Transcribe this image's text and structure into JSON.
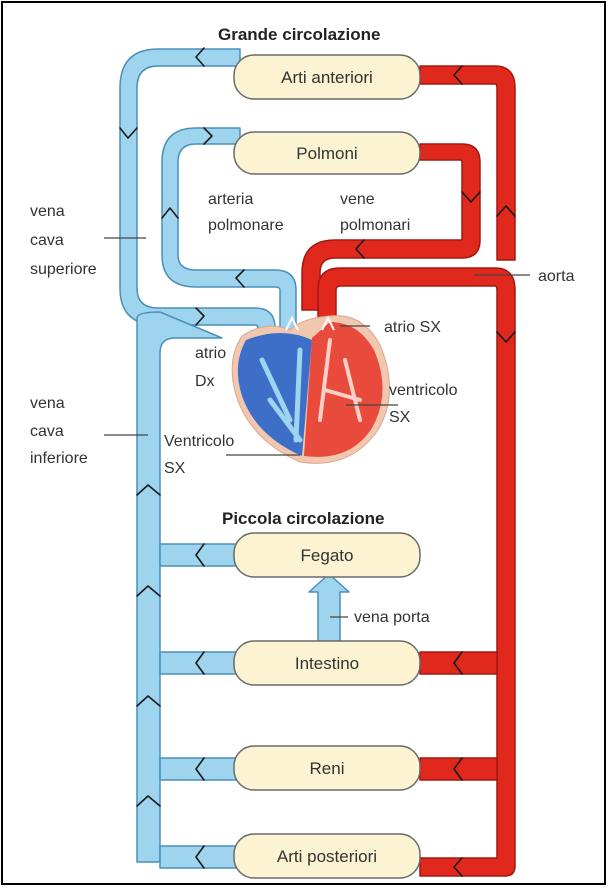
{
  "titles": {
    "top": "Grande circolazione",
    "middle": "Piccola circolazione"
  },
  "organs": {
    "arti_anteriori": "Arti anteriori",
    "polmoni": "Polmoni",
    "fegato": "Fegato",
    "intestino": "Intestino",
    "reni": "Reni",
    "arti_posteriori": "Arti posteriori"
  },
  "labels": {
    "vena_cava_superiore": [
      "vena",
      "cava",
      "superiore"
    ],
    "vena_cava_inferiore": [
      "vena",
      "cava",
      "inferiore"
    ],
    "arteria_polmonare": [
      "arteria",
      "polmonare"
    ],
    "vene_polmonari": [
      "vene",
      "polmonari"
    ],
    "aorta": "aorta",
    "atrio_sx": "atrio SX",
    "atrio_dx": [
      "atrio",
      "Dx"
    ],
    "ventricolo_sx_right": [
      "ventricolo",
      "SX"
    ],
    "ventricolo_sx_left": [
      "Ventricolo",
      "SX"
    ],
    "vena_porta": "vena porta"
  },
  "colors": {
    "venous": "#9fd4ef",
    "venous_outline": "#4a90b8",
    "arterial": "#e0281d",
    "arterial_outline": "#a31810",
    "organ_fill": "#fbf3d2",
    "heart_right": "#3d6fc9",
    "heart_left": "#e84a3c"
  }
}
